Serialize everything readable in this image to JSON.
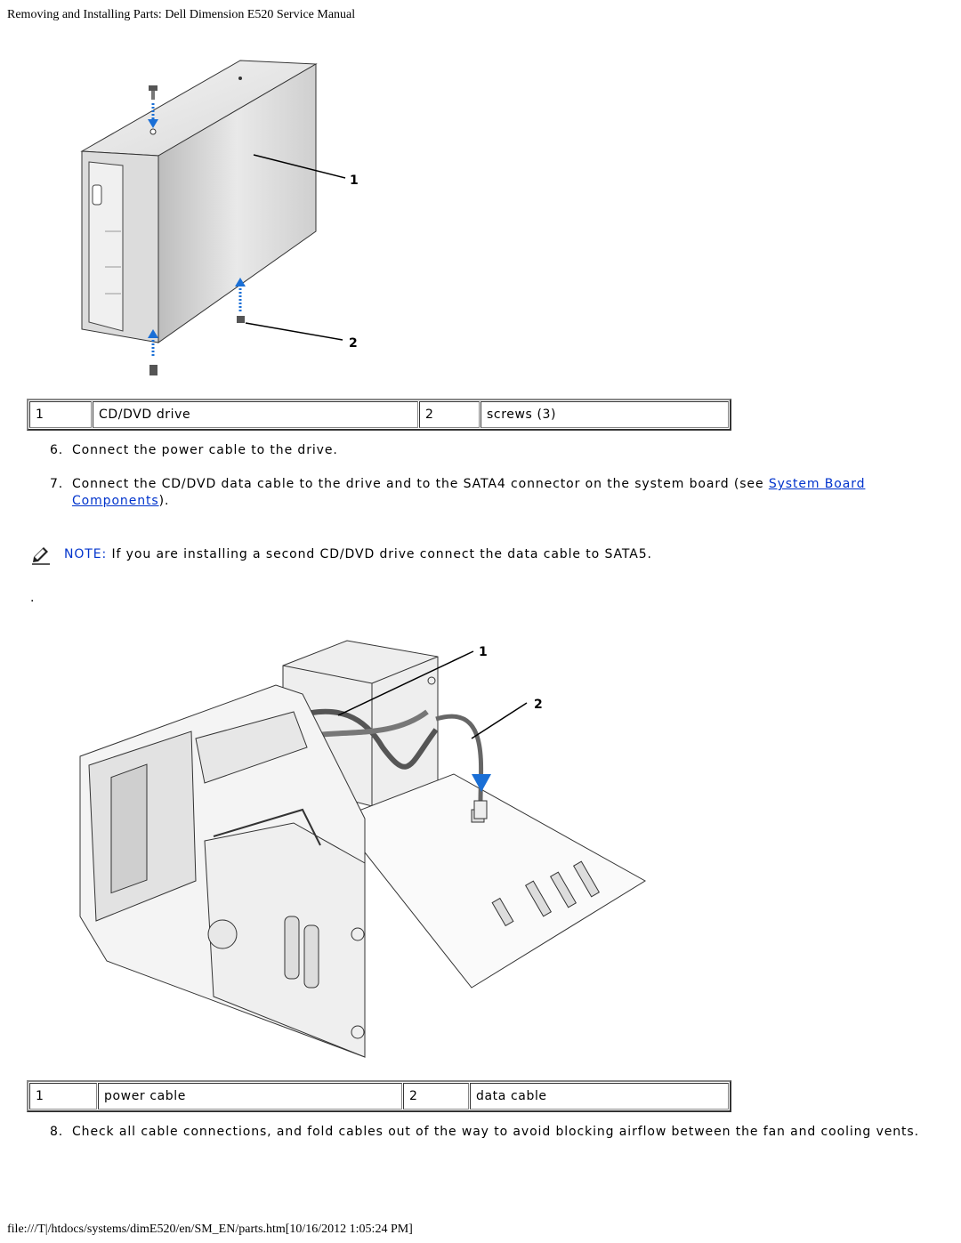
{
  "header": {
    "title": "Removing and Installing Parts: Dell Dimension E520 Service Manual"
  },
  "figure1": {
    "callout_1": "1",
    "callout_2": "2"
  },
  "legend1": [
    {
      "num": "1",
      "label": "CD/DVD drive"
    },
    {
      "num": "2",
      "label": "screws (3)"
    }
  ],
  "steps_a": [
    {
      "num": "6.",
      "text": "Connect the power cable to the drive."
    },
    {
      "num": "7.",
      "text_before": "Connect the CD/DVD data cable to the drive and to the SATA4 connector on the system board (see ",
      "link_line1": "System Board",
      "link_line2": "Components",
      "text_after": ")."
    }
  ],
  "note": {
    "icon": "pencil-note-icon",
    "label": "NOTE:",
    "text": "If you are installing a second CD/DVD drive connect the data cable to SATA5."
  },
  "separator_dot": ".",
  "figure2": {
    "callout_1": "1",
    "callout_2": "2"
  },
  "legend2": [
    {
      "num": "1",
      "label": "power cable"
    },
    {
      "num": "2",
      "label": "data cable"
    }
  ],
  "step_8": {
    "num": "8.",
    "text": "Check all cable connections, and fold cables out of the way to avoid blocking airflow between the fan and cooling vents."
  },
  "footer": {
    "path": "file:///T|/htdocs/systems/dimE520/en/SM_EN/parts.htm[10/16/2012 1:05:24 PM]"
  },
  "colors": {
    "link": "#0033cc",
    "arrow": "#1a6fd6"
  }
}
